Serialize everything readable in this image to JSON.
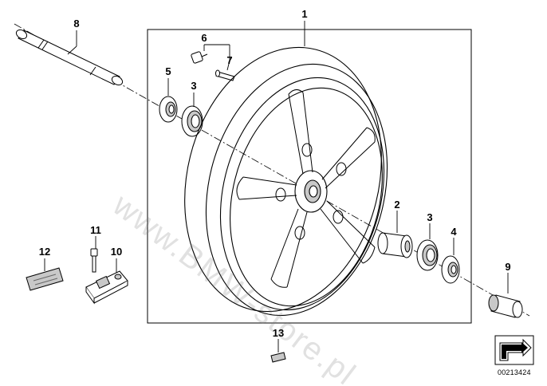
{
  "callouts": {
    "c1": "1",
    "c2": "2",
    "c3a": "3",
    "c3b": "3",
    "c4": "4",
    "c5": "5",
    "c6": "6",
    "c7": "7",
    "c8": "8",
    "c9": "9",
    "c10": "10",
    "c11": "11",
    "c12": "12",
    "c13": "13"
  },
  "diagram_id": "00213424",
  "watermark": "www.BMW-store.pl",
  "colors": {
    "line": "#000000",
    "part_fill": "#ffffff",
    "shade": "#c8c8c8"
  }
}
